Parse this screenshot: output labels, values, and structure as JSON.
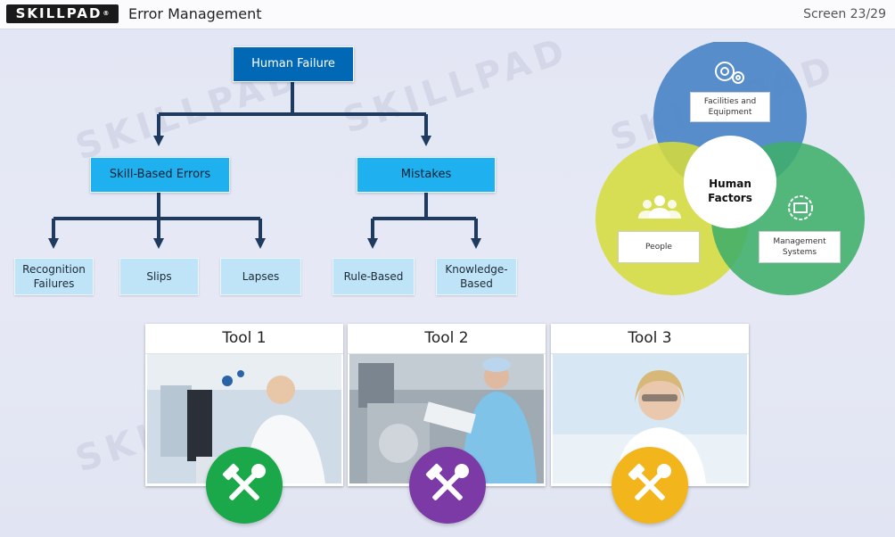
{
  "header": {
    "logo_text": "SKILLPAD",
    "logo_mark": "®",
    "title": "Error Management",
    "screen_indicator": "Screen 23/29"
  },
  "watermark": {
    "text": "SKILLPAD"
  },
  "hierarchy": {
    "root": "Human Failure",
    "level2": [
      {
        "label": "Skill-Based Errors"
      },
      {
        "label": "Mistakes"
      }
    ],
    "level3": [
      {
        "label": "Recognition Failures",
        "parent": "Skill-Based Errors"
      },
      {
        "label": "Slips",
        "parent": "Skill-Based Errors"
      },
      {
        "label": "Lapses",
        "parent": "Skill-Based Errors"
      },
      {
        "label": "Rule-Based",
        "parent": "Mistakes"
      },
      {
        "label": "Knowledge-Based",
        "parent": "Mistakes"
      }
    ]
  },
  "venn": {
    "center": "Human Factors",
    "circles": [
      {
        "label": "Facilities and Equipment",
        "color": "#4a86c6",
        "icon": "gears-icon"
      },
      {
        "label": "People",
        "color": "#d6dc3c",
        "icon": "people-icon"
      },
      {
        "label": "Management Systems",
        "color": "#3fae6a",
        "icon": "management-gear-icon"
      }
    ]
  },
  "tools": [
    {
      "label": "Tool 1",
      "badge_color": "#1aa84b",
      "icon": "wrench-hammer-icon"
    },
    {
      "label": "Tool 2",
      "badge_color": "#7c3aa6",
      "icon": "wrench-hammer-icon"
    },
    {
      "label": "Tool 3",
      "badge_color": "#f2b61c",
      "icon": "wrench-hammer-icon"
    }
  ],
  "colors": {
    "root_box": "#0068b5",
    "level2_box": "#1fb1ef",
    "level3_box": "#bfe4f7",
    "connector": "#1e3a5f"
  }
}
